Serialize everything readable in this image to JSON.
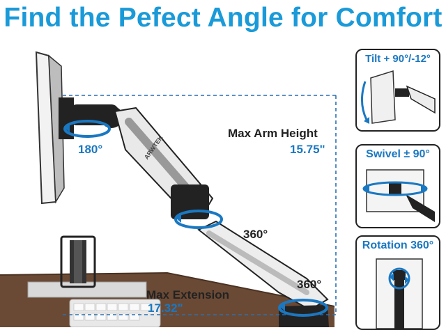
{
  "title": "Find the Pefect Angle for Comfort",
  "labels": {
    "rotate_180": "180°",
    "max_arm_height": "Max Arm Height",
    "height_value": "15.75\"",
    "rotate_360_upper": "360°",
    "rotate_360_lower": "360°",
    "max_extension": "Max Extension",
    "extension_value": "17.32\""
  },
  "brand": "ARWTEK",
  "panels": {
    "tilt": "Tilt + 90°/-12°",
    "swivel": "Swivel ± 90°",
    "rotation": "Rotation 360°"
  },
  "colors": {
    "title_blue": "#1a9ad8",
    "label_blue": "#1a78c2",
    "dashed": "#2a6fb0",
    "desk": "#6b4a35"
  }
}
